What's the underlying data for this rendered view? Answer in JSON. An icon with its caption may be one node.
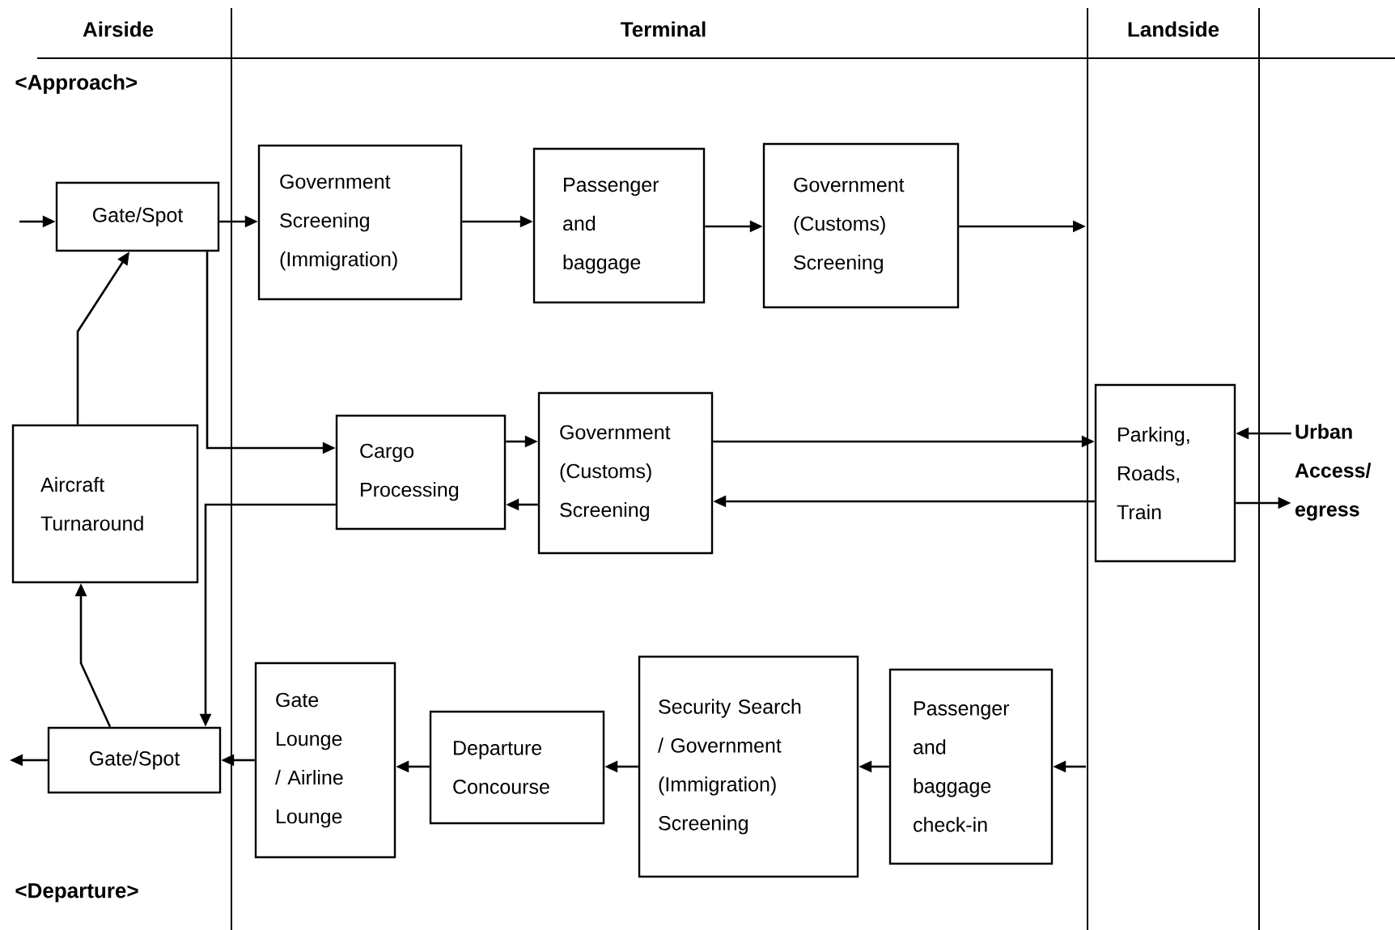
{
  "diagram": {
    "nodes": [
      {
        "text": [
          "Gate/Spot"
        ]
      },
      {
        "text": [
          "Government Screening (Immigration)"
        ]
      },
      {
        "text": [
          "Passenger and baggage"
        ]
      },
      {
        "text": [
          "Government (Customs) Screening"
        ]
      },
      {
        "text": [
          "Aircraft Turnaround"
        ]
      },
      {
        "text": [
          "Cargo Processing"
        ]
      },
      {
        "text": [
          "Government (Customs) Screening"
        ]
      },
      {
        "text": [
          "Parking, Roads, Train"
        ]
      },
      {
        "text": [
          "Urban Access/ egress"
        ]
      },
      {
        "text": [
          "Gate/Spot"
        ]
      },
      {
        "text": [
          "Gate Lounge / Airline Lounge"
        ]
      },
      {
        "text": [
          "Departure Concourse"
        ]
      },
      {
        "text": [
          "Security Search / Government (Immigration) Screening"
        ]
      },
      {
        "text": [
          "Passenger and baggage check-in"
        ]
      }
    ],
    "edges": [
      {
        "from": null,
        "to": 0,
        "arrow": "to"
      },
      {
        "from": 0,
        "to": 1,
        "arrow": "to"
      },
      {
        "from": 1,
        "to": 2,
        "arrow": "to"
      },
      {
        "from": 2,
        "to": 3,
        "arrow": "to"
      },
      {
        "from": 3,
        "to": null,
        "arrow": "to"
      },
      {
        "from": 4,
        "to": 0,
        "arrow": "to"
      },
      {
        "from": 0,
        "to": 5,
        "arrow": "to"
      },
      {
        "from": 5,
        "to": 6,
        "arrow": "to"
      },
      {
        "from": 6,
        "to": 7,
        "arrow": "to"
      },
      {
        "from": 7,
        "to": 6,
        "arrow": "to"
      },
      {
        "from": 6,
        "to": 5,
        "arrow": "to"
      },
      {
        "from": 5,
        "to": 9,
        "arrow": "to"
      },
      {
        "from": 8,
        "to": 7,
        "arrow": "to"
      },
      {
        "from": 7,
        "to": 8,
        "arrow": "to"
      },
      {
        "from": 9,
        "to": null,
        "arrow": "to"
      },
      {
        "from": 9,
        "to": 4,
        "arrow": "to"
      },
      {
        "from": 10,
        "to": 9,
        "arrow": "to"
      },
      {
        "from": 11,
        "to": 10,
        "arrow": "to"
      },
      {
        "from": 12,
        "to": 11,
        "arrow": "to"
      },
      {
        "from": 13,
        "to": 12,
        "arrow": "to"
      },
      {
        "from": null,
        "to": 13,
        "arrow": "to"
      }
    ],
    "labels": [
      "Airside",
      "Terminal",
      "Landside",
      "<Approach>",
      "<Departure>"
    ]
  }
}
